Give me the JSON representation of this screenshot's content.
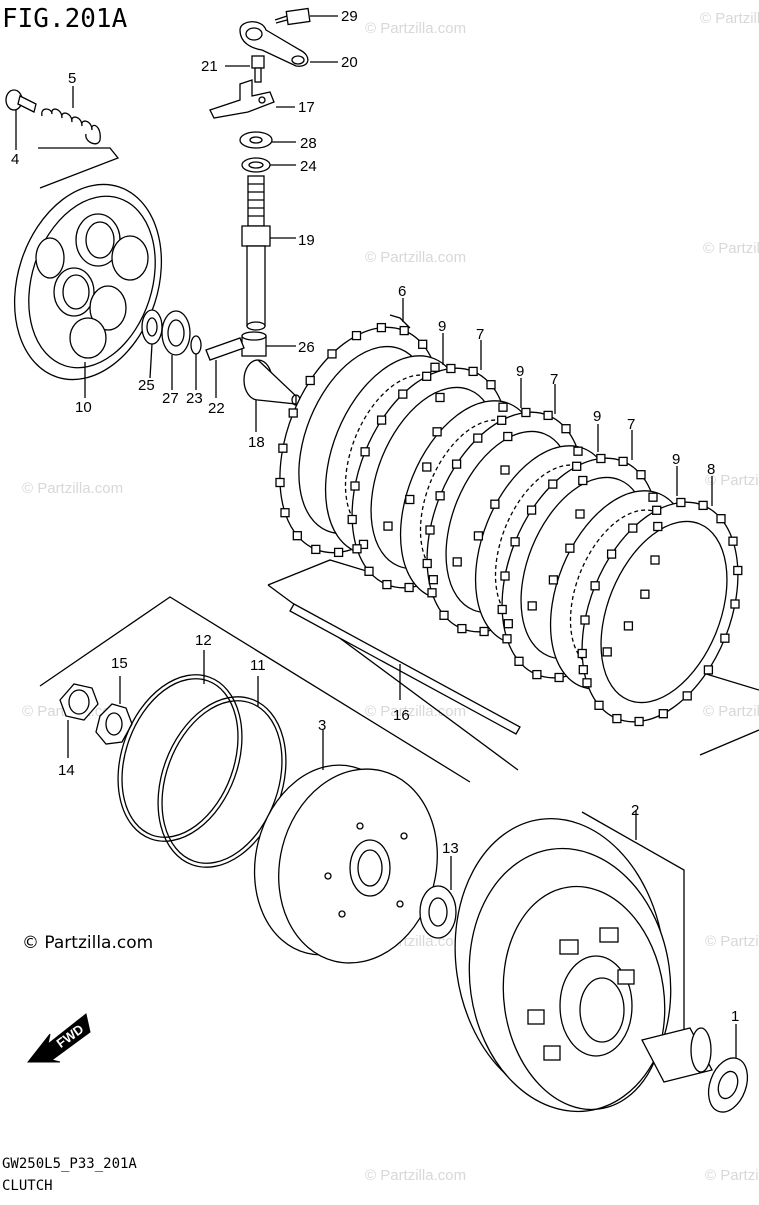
{
  "figure": {
    "title": "FIG.201A",
    "footer_code": "GW250L5_P33_201A",
    "footer_name": "CLUTCH",
    "copyright": "© Partzilla.com",
    "watermark": "© Partzilla.com"
  },
  "callouts": [
    "1",
    "2",
    "3",
    "4",
    "5",
    "6",
    "7",
    "8",
    "9",
    "10",
    "11",
    "12",
    "13",
    "14",
    "15",
    "16",
    "17",
    "18",
    "19",
    "20",
    "21",
    "22",
    "23",
    "24",
    "25",
    "26",
    "27",
    "28",
    "29"
  ],
  "fwd_label": "FWD",
  "icons": {
    "fwd_arrow": "fwd-arrow-icon",
    "copyright": "copyright-icon"
  }
}
